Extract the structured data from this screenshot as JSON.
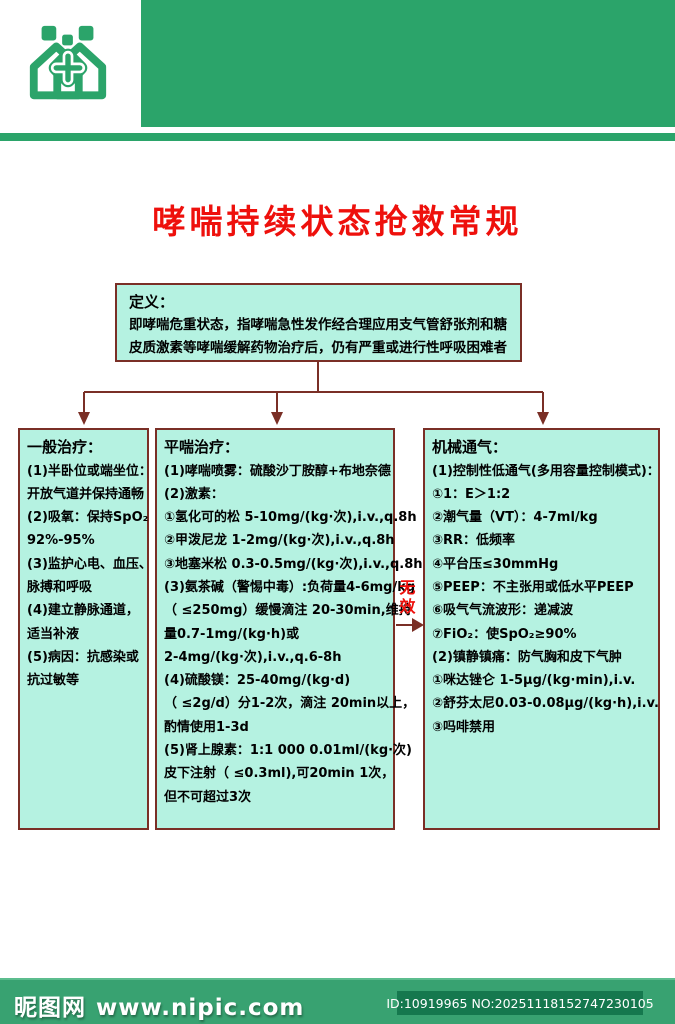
{
  "poster": {
    "title": "哮喘持续状态抢救常规",
    "definition": {
      "heading": "定义：",
      "lines": [
        "即哮喘危重状态，指哮喘急性发作经合理应用支气管舒张剂和糖",
        "皮质激素等哮喘缓解药物治疗后，仍有严重或进行性呼吸困难者"
      ]
    },
    "ineffective_label": "无效",
    "boxes": [
      {
        "title": "一般治疗：",
        "lines": [
          "(1)半卧位或端坐位：",
          "开放气道并保持通畅",
          "(2)吸氧：保持SpO₂",
          "92%-95%",
          "(3)监护心电、血压、",
          "脉搏和呼吸",
          "(4)建立静脉通道，",
          "适当补液",
          "(5)病因：抗感染或",
          "抗过敏等"
        ]
      },
      {
        "title": "平喘治疗：",
        "lines": [
          "(1)哮喘喷雾：硫酸沙丁胺醇+布地奈德",
          "(2)激素：",
          "①氢化可的松 5-10mg/(kg·次),i.v.,q.8h",
          "②甲泼尼龙 1-2mg/(kg·次),i.v.,q.8h",
          "③地塞米松 0.3-0.5mg/(kg·次),i.v.,q.8h",
          "(3)氨茶碱（警惕中毒）:负荷量4-6mg/kg",
          "（ ≤250mg）缓慢滴注 20-30min,维持",
          "量0.7-1mg/(kg·h)或",
          "2-4mg/(kg·次),i.v.,q.6-8h",
          "(4)硫酸镁：25-40mg/(kg·d)",
          "（ ≤2g/d）分1-2次，滴注 20min以上，",
          "酌情使用1-3d",
          "(5)肾上腺素：1:1 000  0.01ml/(kg·次)",
          "皮下注射（ ≤0.3ml),可20min 1次，",
          "但不可超过3次"
        ]
      },
      {
        "title": "机械通气：",
        "lines": [
          "(1)控制性低通气(多用容量控制模式)：",
          "①1：E＞1:2",
          "②潮气量（VT）：4-7ml/kg",
          "③RR：低频率",
          "④平台压≤30mmHg",
          "⑤PEEP：不主张用或低水平PEEP",
          "⑥吸气气流波形：递减波",
          "⑦FiO₂：使SpO₂≥90%",
          "(2)镇静镇痛：防气胸和皮下气肿",
          "①咪达锉仑 1-5μg/(kg·min),i.v.",
          "②舒芬太尼0.03-0.08μg/(kg·h),i.v.",
          "③吗啡禁用"
        ]
      }
    ]
  },
  "footer": {
    "site_name": "昵图网",
    "site_url": "www.nipic.com",
    "image_id": "ID:10919965 NO:20251118152747230105"
  },
  "colors": {
    "green": "#2ba46a",
    "box_fill": "#b5f2e1",
    "box_border": "#7a2f26",
    "title_red": "#ee100c",
    "footer_green": "#38a271",
    "badge_green": "#15784e"
  }
}
